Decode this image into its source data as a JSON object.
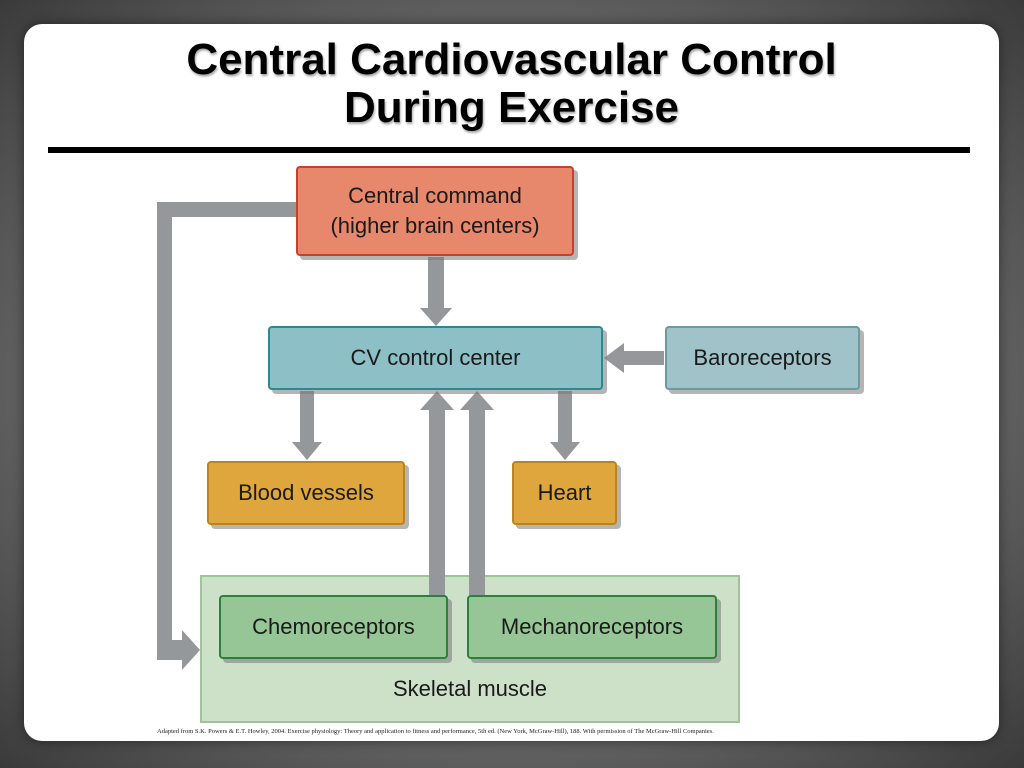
{
  "slide": {
    "title_line1": "Central Cardiovascular Control",
    "title_line2": "During Exercise"
  },
  "diagram": {
    "central_command": {
      "line1": "Central command",
      "line2": "(higher brain centers)"
    },
    "cv_control_center": "CV control center",
    "baroreceptors": "Baroreceptors",
    "blood_vessels": "Blood vessels",
    "heart": "Heart",
    "chemoreceptors": "Chemoreceptors",
    "mechanoreceptors": "Mechanoreceptors",
    "skeletal_muscle": "Skeletal muscle"
  },
  "credit": "Adapted from S.K. Powers & E.T. Howley, 2004. Exercise physiology: Theory and application to fitness and performance, 5th ed. (New York, McGraw-Hill), 188. With permission of The McGraw-Hill Companies.",
  "colors": {
    "central_command": "#e7876b",
    "cv_control_center": "#8dc0c6",
    "baroreceptors": "#9fc3c9",
    "effectors": "#dea63d",
    "receptors": "#96c695",
    "skeletal_muscle_panel": "#cde0c8",
    "arrows": "#95989b"
  }
}
